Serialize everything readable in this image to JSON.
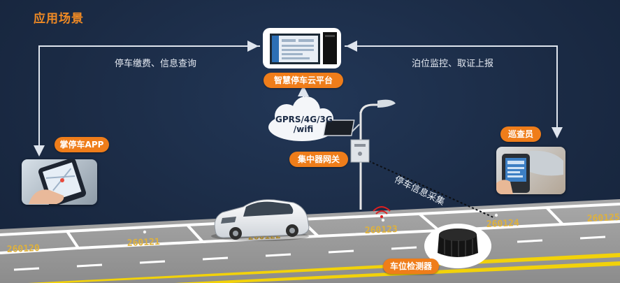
{
  "title": "应用场景",
  "platform": {
    "label": "智慧停车云平台"
  },
  "app": {
    "label": "掌停车APP"
  },
  "inspector": {
    "label": "巡查员"
  },
  "gateway": {
    "label": "集中器网关"
  },
  "detector": {
    "label": "车位检测器"
  },
  "network": {
    "line1": "GPRS/4G/3G",
    "line2": "/wifi"
  },
  "flows": {
    "left": "停车缴费、信息查询",
    "right": "泊位监控、取证上报",
    "collect": "停车信息采集"
  },
  "spots": [
    "260120",
    "260121",
    "260122",
    "260123",
    "260124",
    "260125"
  ],
  "colors": {
    "background": "#1b2b45",
    "accent": "#ef7d1a",
    "road": "#9b9b9b",
    "lane_yellow": "#f2d20a"
  }
}
